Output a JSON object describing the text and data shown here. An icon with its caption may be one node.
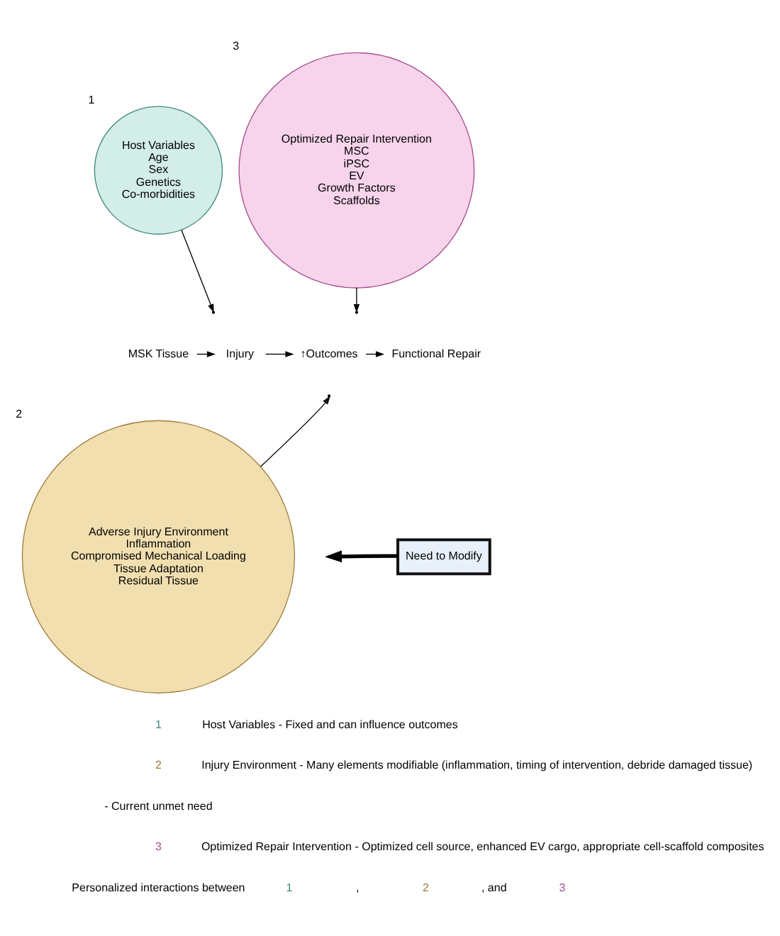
{
  "diagram": {
    "nodes": [
      {
        "text": [
          "Host Variables",
          "Age",
          "Sex",
          "Genetics",
          "Co-morbidities"
        ],
        "beside": [
          "1"
        ]
      },
      {
        "text": [
          "Optimized Repair Intervention",
          "MSC",
          "iPSC",
          "EV",
          "Growth Factors",
          "Scaffolds"
        ],
        "beside": [
          "3"
        ]
      },
      {
        "text": [
          "MSK Tissue"
        ]
      },
      {
        "text": [
          "Injury"
        ]
      },
      {
        "text": [
          "↑Outcomes"
        ]
      },
      {
        "text": [
          "Functional Repair"
        ]
      },
      {
        "text": [
          "Need to Modify"
        ]
      },
      {
        "text": [
          "Adverse Injury Environment",
          "Inflammation",
          "Compromised Mechanical Loading",
          "Tissue Adaptation",
          "Residual Tissue"
        ],
        "beside": [
          "2"
        ]
      }
    ],
    "edges": [
      {
        "from": 2,
        "to": 3,
        "arrow": "to"
      },
      {
        "from": 3,
        "to": 4,
        "arrow": "to"
      },
      {
        "from": 4,
        "to": 5,
        "arrow": "to"
      },
      {
        "from": 0,
        "to": null,
        "arrow": "to"
      },
      {
        "from": 1,
        "to": null,
        "arrow": "to"
      },
      {
        "from": 7,
        "to": null,
        "arrow": "to"
      },
      {
        "from": 6,
        "to": null,
        "arrow": "to",
        "style": "thick"
      }
    ],
    "labels": [
      "1",
      "Host Variables - Fixed and can influence outcomes",
      "2",
      "Injury Environment - Many elements modifiable (inflammation, timing of intervention, debride damaged tissue)",
      "- Current unmet need",
      "3",
      "Optimized Repair Intervention - Optimized cell source, enhanced EV cargo, appropriate cell-scaffold composites",
      "Personalized interactions between",
      "1",
      ",",
      "2",
      ", and",
      "3"
    ]
  }
}
